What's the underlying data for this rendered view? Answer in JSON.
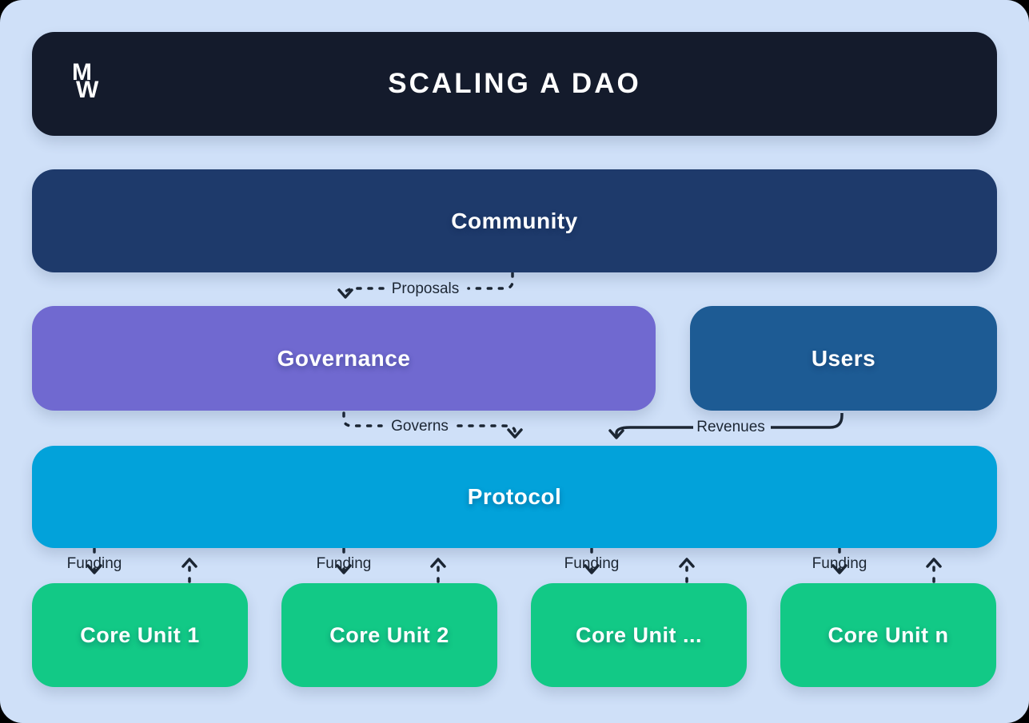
{
  "diagram": {
    "title": "SCALING A DAO",
    "logo": {
      "top": "M",
      "bottom": "W"
    }
  },
  "nodes": {
    "community": "Community",
    "governance": "Governance",
    "users": "Users",
    "protocol": "Protocol",
    "core_units": [
      "Core Unit 1",
      "Core Unit 2",
      "Core Unit ...",
      "Core Unit n"
    ]
  },
  "connectors": {
    "proposals": "Proposals",
    "governs": "Governs",
    "revenues": "Revenues",
    "funding": "Funding"
  },
  "colors": {
    "canvas": "#cfe0f8",
    "frame": "#000000",
    "header": "#141b2c",
    "community": "#1e3a6b",
    "governance": "#7069d0",
    "users": "#1d5b94",
    "protocol": "#02a2da",
    "core": "#12c986",
    "line": "#1c2633",
    "text": "#ffffff"
  }
}
